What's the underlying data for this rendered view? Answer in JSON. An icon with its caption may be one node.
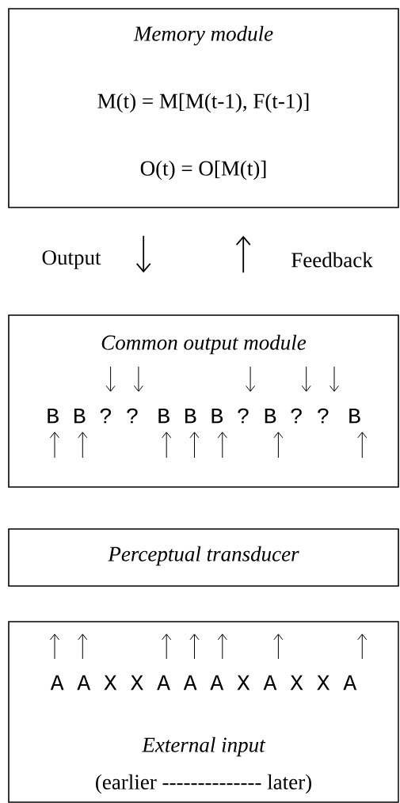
{
  "diagram": {
    "nodes": [
      {
        "text": [
          "Memory module",
          "M(t) = M[M(t-1), F(t-1)]",
          "O(t) = O[M(t)]"
        ]
      },
      {
        "text": [
          "Common output module",
          "B B ? ? B B B ? B ? ? B"
        ]
      },
      {
        "text": [
          "Perceptual transducer"
        ]
      },
      {
        "text": [
          "A A X X A A A X A X X A",
          "External input",
          "(earlier -------------- later)"
        ]
      }
    ],
    "edges": [
      {
        "from": 0,
        "to": 1,
        "arrow": "to",
        "label": "Output"
      },
      {
        "from": 1,
        "to": 0,
        "arrow": "to",
        "label": "Feedback"
      }
    ]
  }
}
